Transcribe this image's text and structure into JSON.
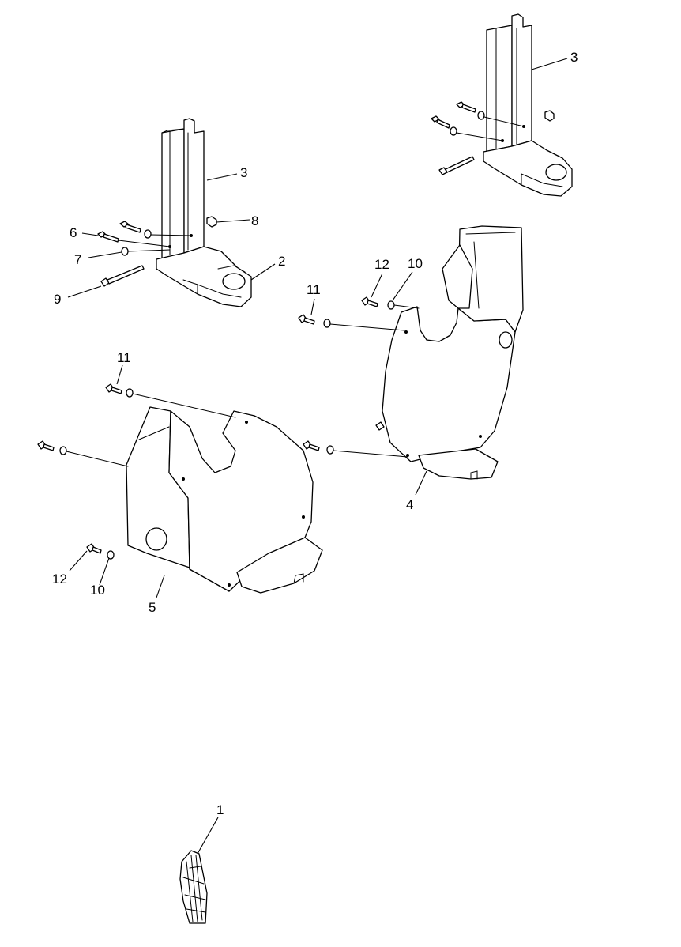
{
  "callouts": {
    "c1": "1",
    "c2": "2",
    "c3a": "3",
    "c3b": "3",
    "c4": "4",
    "c5": "5",
    "c6": "6",
    "c7": "7",
    "c8": "8",
    "c9": "9",
    "c10a": "10",
    "c10b": "10",
    "c11a": "11",
    "c11b": "11",
    "c12a": "12",
    "c12b": "12"
  },
  "colors": {
    "line": "#000000",
    "background": "#ffffff"
  }
}
